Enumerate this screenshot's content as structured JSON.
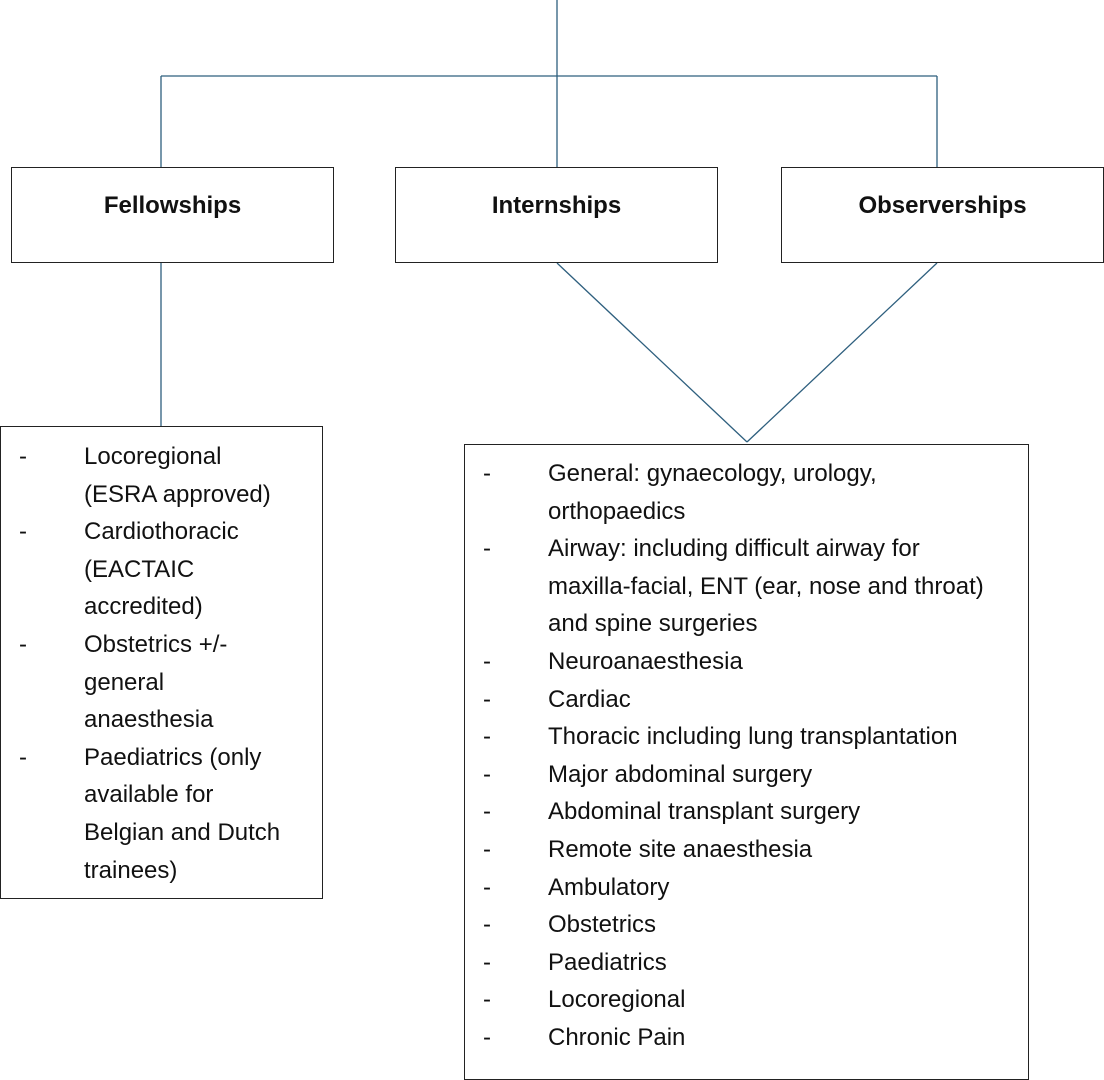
{
  "line_color": "#2e5f7e",
  "categories": {
    "fellowships": "Fellowships",
    "internships": "Internships",
    "observerships": "Observerships"
  },
  "fellowship_items": [
    "Locoregional (ESRA approved)",
    "Cardiothoracic (EACTAIC accredited)",
    "Obstetrics +/- general anaesthesia",
    "Paediatrics (only available for Belgian and Dutch trainees)"
  ],
  "internship_observership_items": [
    "General: gynaecology, urology, orthopaedics",
    "Airway: including difficult airway for maxilla-facial, ENT (ear, nose and throat) and spine surgeries",
    "Neuroanaesthesia",
    "Cardiac",
    "Thoracic including lung transplantation",
    "Major abdominal surgery",
    "Abdominal transplant surgery",
    "Remote site anaesthesia",
    "Ambulatory",
    "Obstetrics",
    "Paediatrics",
    "Locoregional",
    "Chronic Pain"
  ],
  "bullet_marker": "-"
}
